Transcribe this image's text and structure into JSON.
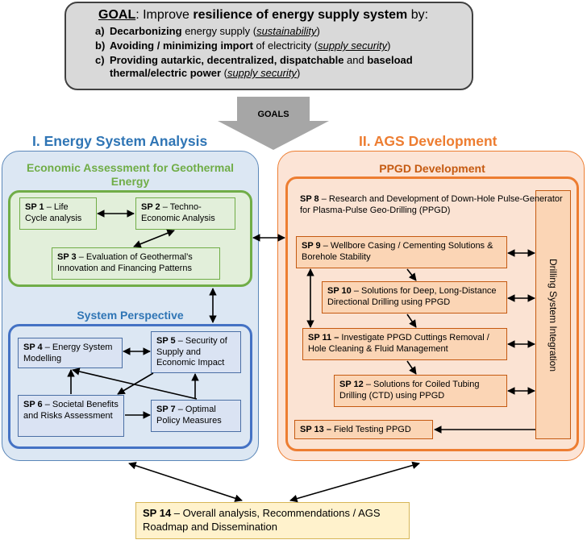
{
  "goal": {
    "prefix": "GOAL",
    "intro_plain": ": Improve ",
    "intro_bold": "resilience of energy supply system",
    "intro_end": " by:",
    "items": [
      {
        "letter": "a)",
        "bold": "Decarbonizing",
        "text": " energy supply (",
        "italic": "sustainability",
        "end": ")"
      },
      {
        "letter": "b)",
        "bold": "Avoiding / minimizing import",
        "text": " of electricity (",
        "italic": "supply security",
        "end": ")"
      },
      {
        "letter": "c)",
        "bold": "Providing autarkic, decentralized, dispatchable",
        "text": " and ",
        "bold2": "baseload thermal/electric power",
        "text2": " (",
        "italic": "supply security",
        "end": ")"
      }
    ]
  },
  "goals_arrow_label": "GOALS",
  "section_left": "I. Energy System Analysis",
  "section_right": "II. AGS Development",
  "economic_group": "Economic Assessment for Geothermal Energy",
  "system_group": "System  Perspective",
  "ppgd_group": "PPGD Development",
  "drilling_integration": "Drilling System Integration",
  "sp": {
    "sp1": {
      "code": "SP 1",
      "text": " – Life Cycle analysis"
    },
    "sp2": {
      "code": "SP 2",
      "text": " – Techno-Economic Analysis"
    },
    "sp3": {
      "code": "SP 3",
      "text": " – Evaluation of Geothermal’s Innovation and Financing Patterns"
    },
    "sp4": {
      "code": "SP 4",
      "text": " – Energy System Modelling"
    },
    "sp5": {
      "code": "SP 5",
      "text": " – Security of Supply and Economic Impact"
    },
    "sp6": {
      "code": "SP 6",
      "text": " – Societal Benefits and Risks Assessment"
    },
    "sp7": {
      "code": "SP 7",
      "text": " – Optimal Policy Measures"
    },
    "sp8": {
      "code": "SP 8",
      "text": " – Research and Development of Down-Hole Pulse-Generator for Plasma-Pulse Geo-Drilling (PPGD)"
    },
    "sp9": {
      "code": "SP 9",
      "text": " – Wellbore Casing / Cementing Solutions & Borehole Stability"
    },
    "sp10": {
      "code": "SP 10",
      "text": " – Solutions for Deep, Long-Distance Directional Drilling using PPGD"
    },
    "sp11": {
      "code": "SP 11 –",
      "text": " Investigate PPGD Cuttings Removal / Hole Cleaning & Fluid Management"
    },
    "sp12": {
      "code": "SP 12",
      "text": " – Solutions for Coiled Tubing Drilling (CTD) using PPGD"
    },
    "sp13": {
      "code": "SP 13 –",
      "text": " Field Testing PPGD"
    },
    "sp14": {
      "code": "SP 14",
      "text": " – Overall analysis, Recommendations / AGS Roadmap and Dissemination"
    }
  },
  "colors": {
    "blue_accent": "#2f75b5",
    "orange_accent": "#ed7d31",
    "green_accent": "#70ad47",
    "goal_fill": "#d9d9d9",
    "sp14_fill": "#fff2cc"
  }
}
